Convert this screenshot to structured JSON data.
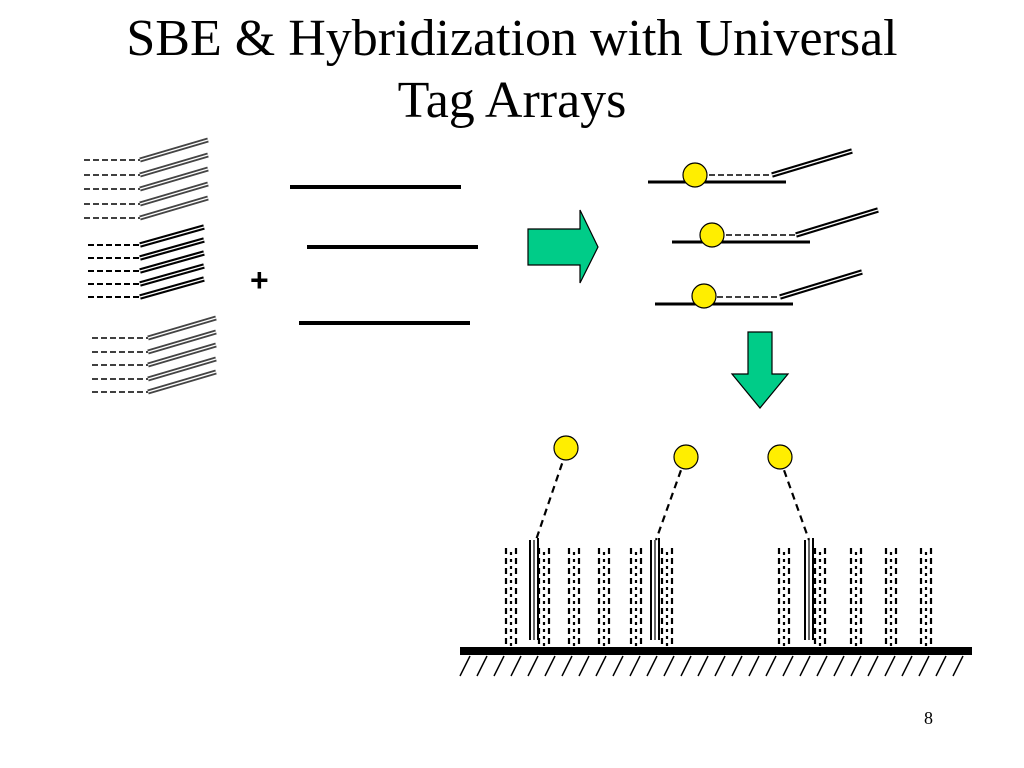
{
  "slide": {
    "title_line1": "SBE & Hybridization with Universal",
    "title_line2": "Tag Arrays",
    "plus_sign": "+",
    "page_number": "8"
  },
  "colors": {
    "arrow_fill": "#00cc88",
    "label_fill": "#ffee00",
    "ink": "#000000",
    "tag_gray": "#888888"
  },
  "icons": {
    "process_arrow": "right-arrow-icon",
    "hybridize_arrow": "down-arrow-icon",
    "label": "yellow-circle-icon"
  }
}
